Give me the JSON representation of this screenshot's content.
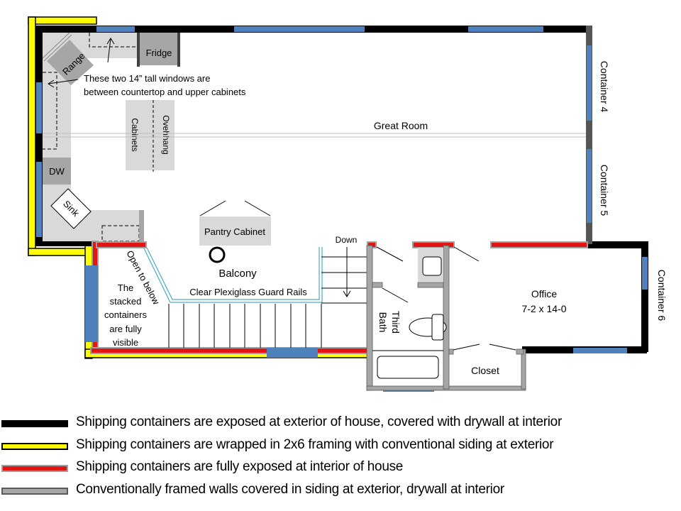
{
  "plan": {
    "rooms": {
      "great_room": "Great Room",
      "balcony": "Balcony",
      "office_name": "Office",
      "office_size": "7-2 x 14-0",
      "closet": "Closet",
      "third_bath_line1": "Third",
      "third_bath_line2": "Bath"
    },
    "fixtures": {
      "fridge": "Fridge",
      "range": "Range",
      "dw": "DW",
      "sink": "Sink",
      "cabinets": "Cabinets",
      "overhang": "Ovehhang",
      "pantry": "Pantry Cabinet"
    },
    "containers": {
      "c4": "Container 4",
      "c5": "Container 5",
      "c6": "Container 6"
    },
    "notes": {
      "windows_line1": "These two 14” tall windows are",
      "windows_line2": "between countertop and upper cabinets",
      "open_to_below": "Open to below",
      "guard_rails": "Clear Plexiglass Guard Rails",
      "down": "Down",
      "stacked": [
        "The",
        "stacked",
        "containers",
        "are fully",
        "visible"
      ]
    }
  },
  "legend": {
    "items": [
      {
        "label": "Shipping containers are exposed at exterior of house, covered with drywall at interior",
        "color": "#000000",
        "border": "#000000"
      },
      {
        "label": "Shipping containers are wrapped in 2x6 framing with conventional siding at exterior",
        "color": "#ffff00",
        "border": "#000000"
      },
      {
        "label": "Shipping containers are fully exposed at interior of house",
        "color": "#e31414",
        "border": "#a0a0a0"
      },
      {
        "label": "Conventionally framed walls covered in siding at exterior, drywall at interior",
        "color": "#a6a6a6",
        "border": "#595959"
      }
    ]
  },
  "colors": {
    "window": "#4f81bd",
    "counter": "#d9d9d9",
    "appliance": "#a6a6a6",
    "rail": "#4bacc6"
  }
}
